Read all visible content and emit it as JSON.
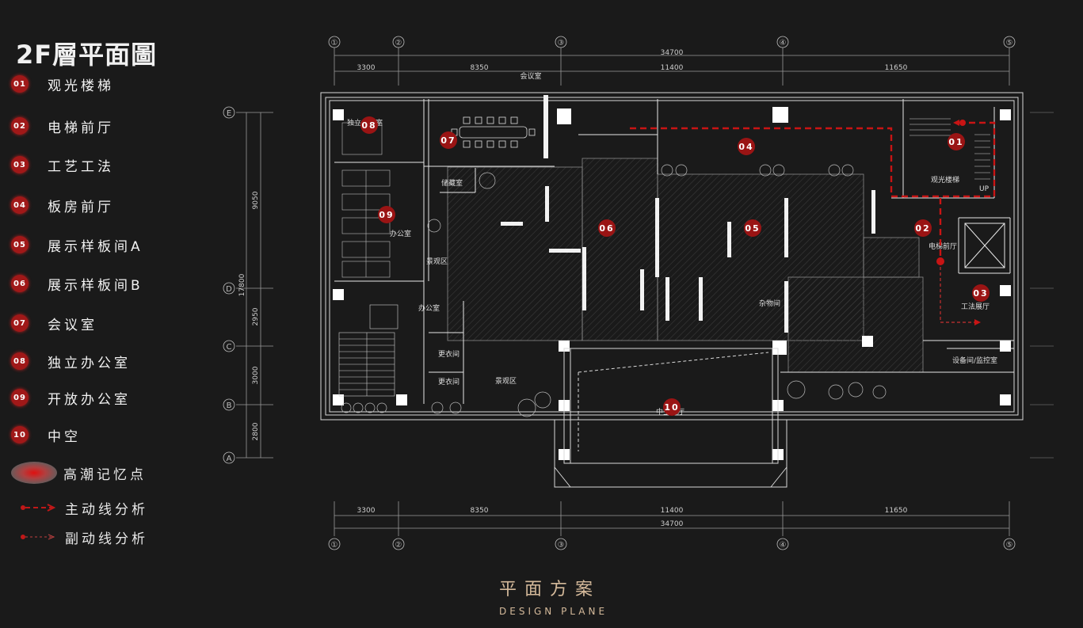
{
  "title": "2F層平面圖",
  "legend": [
    {
      "num": "01",
      "label": "观光楼梯"
    },
    {
      "num": "02",
      "label": "电梯前厅"
    },
    {
      "num": "03",
      "label": "工艺工法"
    },
    {
      "num": "04",
      "label": "板房前厅"
    },
    {
      "num": "05",
      "label": "展示样板间A"
    },
    {
      "num": "06",
      "label": "展示样板间B"
    },
    {
      "num": "07",
      "label": "会议室"
    },
    {
      "num": "08",
      "label": "独立办公室"
    },
    {
      "num": "09",
      "label": "开放办公室"
    },
    {
      "num": "10",
      "label": "中空"
    }
  ],
  "legend_extra": {
    "highlight": "高潮记忆点",
    "main_flow": "主动线分析",
    "sub_flow": "副动线分析"
  },
  "dimensions": {
    "total": "34700",
    "segments": [
      "3300",
      "8350",
      "11400",
      "11650"
    ],
    "vertical_total": "17800",
    "vertical_segments": [
      "9050",
      "2950",
      "3000",
      "2800"
    ]
  },
  "grid_columns": [
    "①",
    "②",
    "③",
    "④",
    "⑤"
  ],
  "grid_rows": [
    "E",
    "D",
    "C",
    "B",
    "A"
  ],
  "rooms": {
    "meeting_top": "会议室",
    "independent_office": "独立办公室",
    "storage": "储藏室",
    "office_1": "办公室",
    "landscape_1": "景观区",
    "office_2": "办公室",
    "changing_1": "更衣间",
    "changing_2": "更衣间",
    "landscape_2": "景观区",
    "atrium": "中空门厅",
    "sightseeing_stair": "观光楼梯",
    "up": "UP",
    "elevator_hall": "电梯前厅",
    "craft_hall": "工法展厅",
    "equipment_room": "设备间/监控室",
    "sundry": "杂物间"
  },
  "footer": {
    "cn": "平面方案",
    "en": "DESIGN PLANE"
  },
  "colors": {
    "background": "#1a1a1a",
    "accent_red": "#b01515",
    "footer_gold": "#d4b99a"
  }
}
